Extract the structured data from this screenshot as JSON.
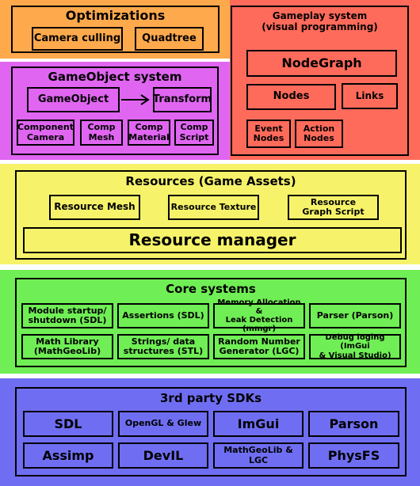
{
  "colors": {
    "optimizations": "#ffa94d",
    "gameobject": "#e066f2",
    "gameplay": "#ff6b5b",
    "resources": "#f6f36a",
    "core": "#70ee55",
    "third_party": "#6f6ef2"
  },
  "optimizations": {
    "title": "Optimizations",
    "items": [
      "Camera culling",
      "Quadtree"
    ]
  },
  "gameobject_system": {
    "title": "GameObject system",
    "gameobject": "GameObject",
    "transform": "Transform",
    "components": [
      "Component\nCamera",
      "Comp\nMesh",
      "Comp\nMaterial",
      "Comp\nScript"
    ]
  },
  "gameplay_system": {
    "title": "Gameplay system\n(visual programming)",
    "nodegraph": "NodeGraph",
    "nodes": "Nodes",
    "links": "Links",
    "event_nodes": "Event\nNodes",
    "action_nodes": "Action\nNodes"
  },
  "resources": {
    "title": "Resources (Game Assets)",
    "items": [
      "Resource Mesh",
      "Resource Texture",
      "Resource\nGraph Script"
    ],
    "manager": "Resource manager"
  },
  "core_systems": {
    "title": "Core systems",
    "items": [
      "Module startup/\nshutdown (SDL)",
      "Assertions (SDL)",
      "Memory Allocation &\nLeak Detection (mmgr)",
      "Parser (Parson)",
      "Math Library\n(MathGeoLib)",
      "Strings/ data\nstructures (STL)",
      "Random Number\nGenerator (LGC)",
      "Debug loging (ImGui\n& Visual Studio)"
    ]
  },
  "third_party": {
    "title": "3rd party SDKs",
    "items": [
      "SDL",
      "OpenGL & Glew",
      "ImGui",
      "Parson",
      "Assimp",
      "DevIL",
      "MathGeoLib & LGC",
      "PhysFS"
    ]
  }
}
